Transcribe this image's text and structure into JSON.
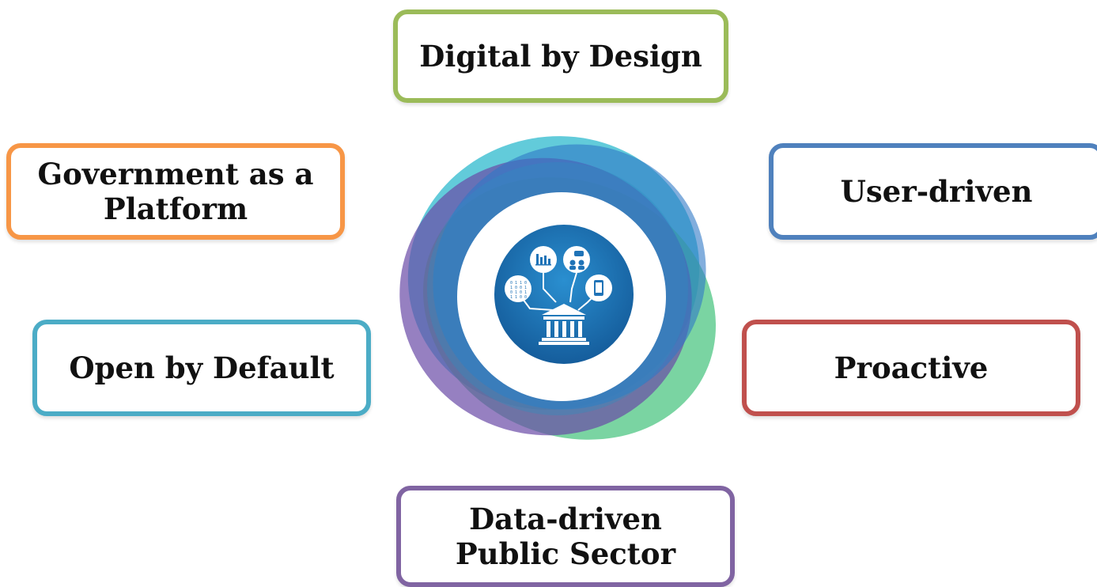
{
  "nodes": {
    "digital_by_design": {
      "label": "Digital by Design",
      "color": "#9bbb59"
    },
    "government_platform": {
      "line1": "Government as a",
      "line2": "Platform",
      "color": "#f79646"
    },
    "user_driven": {
      "label": "User-driven",
      "color": "#4f81bd"
    },
    "open_by_default": {
      "label": "Open by Default",
      "color": "#4bacc6"
    },
    "proactive": {
      "label": "Proactive",
      "color": "#c0504d"
    },
    "data_driven": {
      "line1": "Data-driven",
      "line2": "Public Sector",
      "color": "#8064a2"
    }
  },
  "hub": {
    "icon": "government-building-icon",
    "ring_colors": [
      "#3fc1c9",
      "#7b4fa8",
      "#4fc58a",
      "#3a6fc4"
    ],
    "inner_circle_color": "#1f73b7"
  }
}
